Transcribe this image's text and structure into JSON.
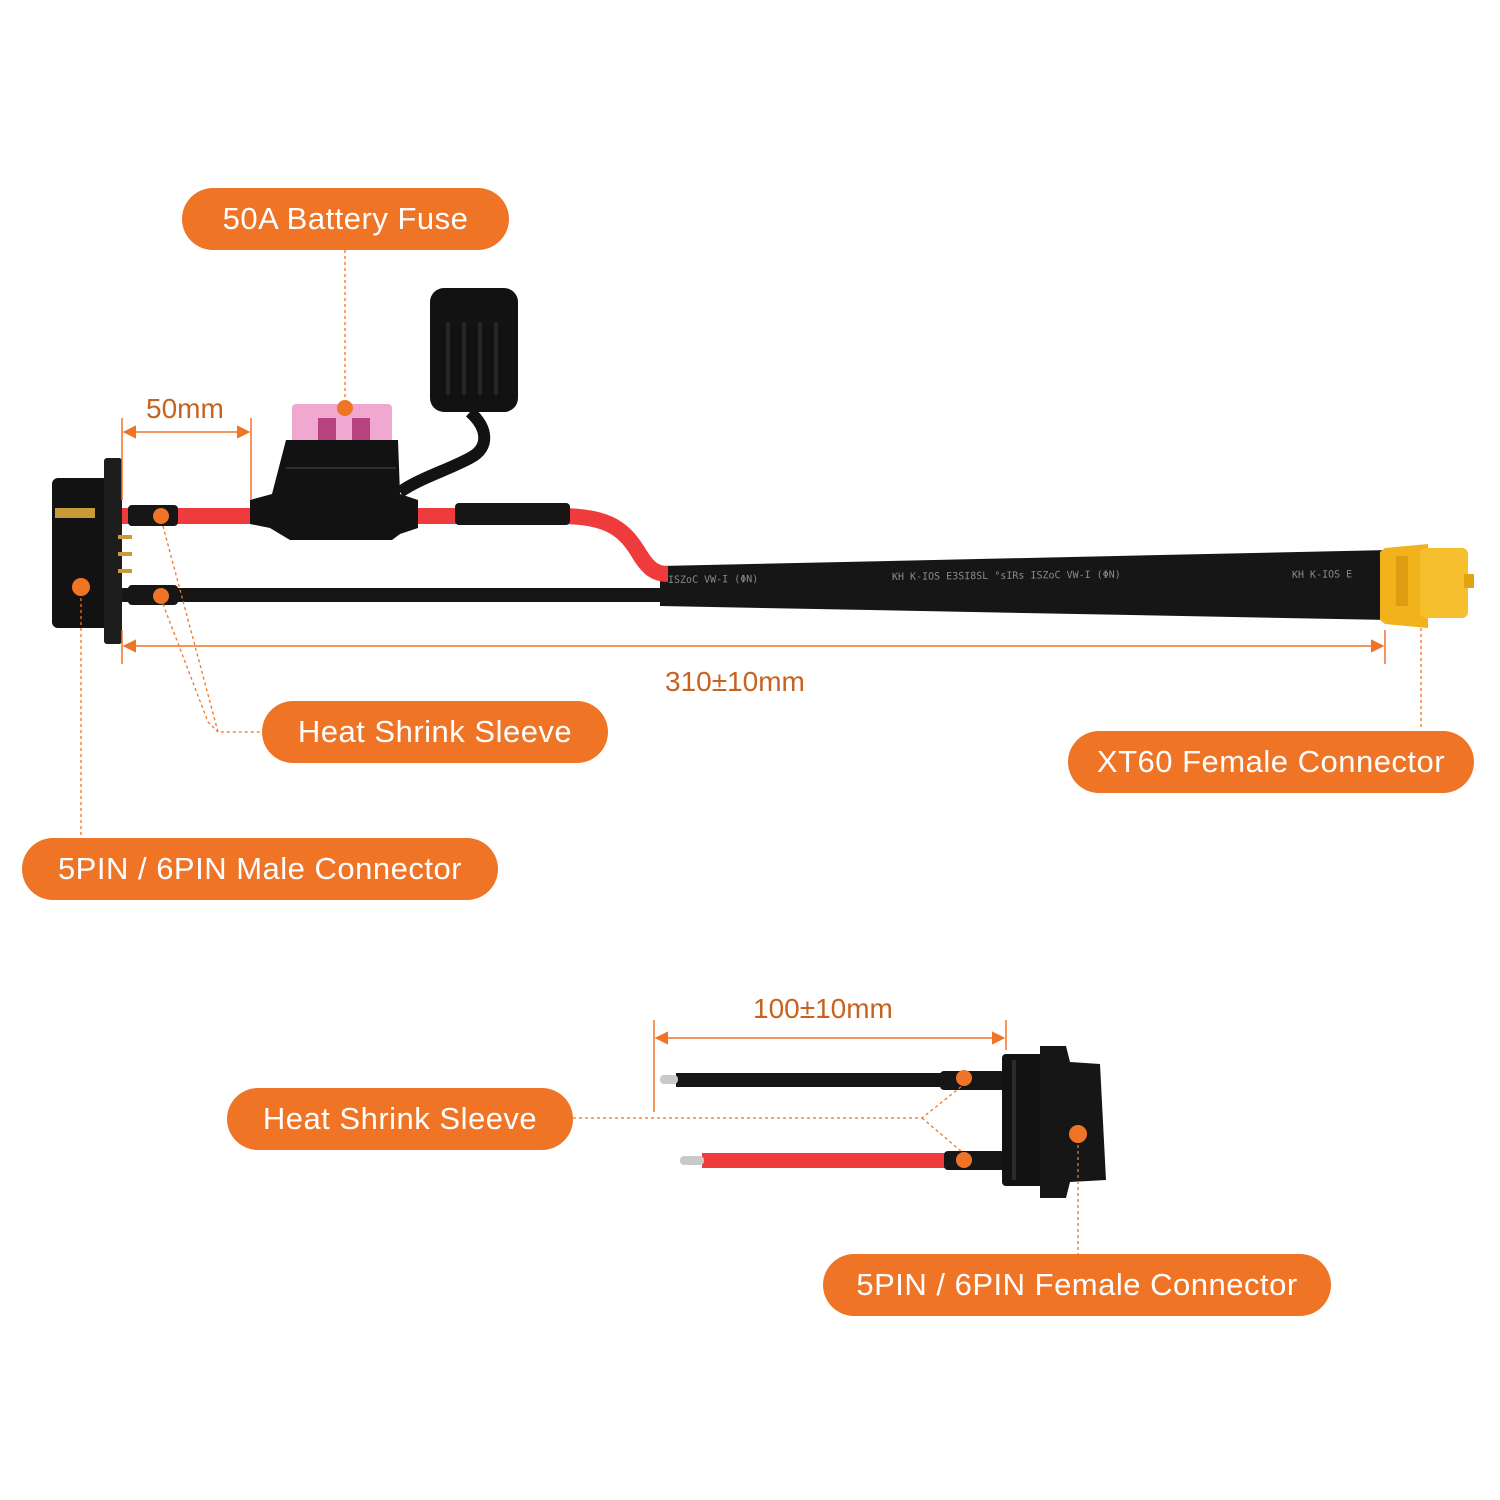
{
  "labels": {
    "fuse": "50A Battery Fuse",
    "heat_shrink_top": "Heat Shrink Sleeve",
    "xt60": "XT60 Female Connector",
    "male_connector": "5PIN / 6PIN Male Connector",
    "heat_shrink_bottom": "Heat Shrink Sleeve",
    "female_connector": "5PIN / 6PIN Female Connector"
  },
  "dimensions": {
    "short_lead": "50mm",
    "main_cable": "310±10mm",
    "pigtail": "100±10mm"
  },
  "colors": {
    "accent": "#ef7426",
    "dimension_text": "#c7621f",
    "red_wire": "#ef3b3b",
    "black_cable": "#161616",
    "xt60_yellow": "#f2b21c",
    "fuse_pink": "#f0a8d0"
  }
}
